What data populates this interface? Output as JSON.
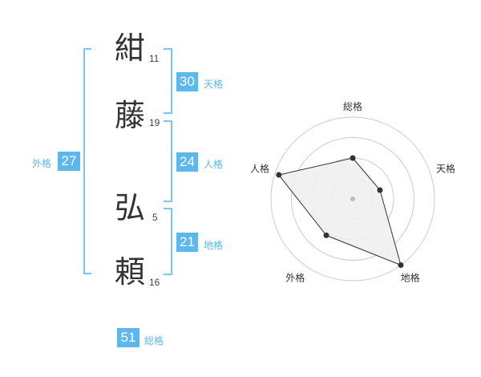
{
  "name": [
    {
      "char": "紺",
      "strokes": "11"
    },
    {
      "char": "藤",
      "strokes": "19"
    },
    {
      "char": "弘",
      "strokes": "5"
    },
    {
      "char": "頼",
      "strokes": "16"
    }
  ],
  "kaku": {
    "tenkaku": {
      "value": "30",
      "label": "天格"
    },
    "jinkaku": {
      "value": "24",
      "label": "人格"
    },
    "chikaku": {
      "value": "21",
      "label": "地格"
    },
    "gaikaku": {
      "value": "27",
      "label": "外格"
    },
    "soukaku": {
      "value": "51",
      "label": "総格"
    }
  },
  "chart_data": {
    "type": "radar",
    "axes": [
      "総格",
      "天格",
      "地格",
      "外格",
      "人格"
    ],
    "values": [
      0.5,
      0.35,
      1.0,
      0.55,
      0.95
    ],
    "rings": 4,
    "colors": {
      "fill": "#eeeeee",
      "line": "#333333",
      "grid": "#cccccc",
      "center": "#bbbbbb"
    }
  }
}
